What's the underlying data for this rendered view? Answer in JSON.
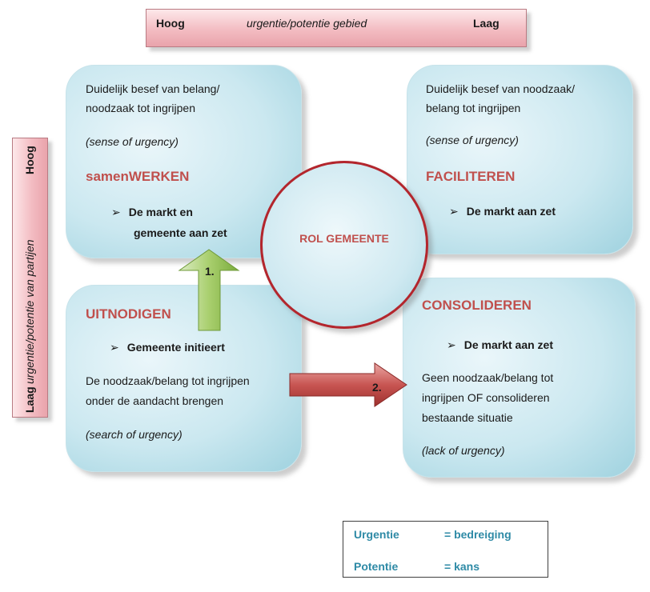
{
  "top_axis": {
    "left_label": "Hoog",
    "center_label": "urgentie/potentie gebied",
    "right_label": "Laag"
  },
  "side_axis": {
    "top_label": "Hoog",
    "center_label": "urgentie/potentie van partijen",
    "bottom_label": "Laag"
  },
  "center": {
    "label": "ROL GEMEENTE"
  },
  "quadrants": {
    "top_left": {
      "line1": "Duidelijk besef van belang/",
      "line2": "noodzaak tot ingrijpen",
      "note": "(sense of urgency)",
      "heading": "samenWERKEN",
      "bullet_line1": "De markt en",
      "bullet_line2": "gemeente aan zet"
    },
    "top_right": {
      "line1": "Duidelijk besef van noodzaak/",
      "line2": "belang tot ingrijpen",
      "note": "(sense of urgency)",
      "heading": "FACILITEREN",
      "bullet": "De markt aan zet"
    },
    "bottom_left": {
      "heading": "UITNODIGEN",
      "bullet": "Gemeente initieert",
      "line1": "De noodzaak/belang tot ingrijpen",
      "line2": "onder de aandacht brengen",
      "note": "(search of urgency)"
    },
    "bottom_right": {
      "heading": "CONSOLIDEREN",
      "bullet": "De markt aan zet",
      "line1": "Geen noodzaak/belang tot",
      "line2": "ingrijpen OF consolideren",
      "line3": "bestaande situatie",
      "note": "(lack of urgency)"
    }
  },
  "arrows": {
    "up_label": "1.",
    "right_label": "2.",
    "up_color": "#8fbf4e",
    "right_color": "#c0504d"
  },
  "legend": {
    "row1_term": "Urgentie",
    "row1_def": "= bedreiging",
    "row2_term": "Potentie",
    "row2_def": "=  kans"
  }
}
